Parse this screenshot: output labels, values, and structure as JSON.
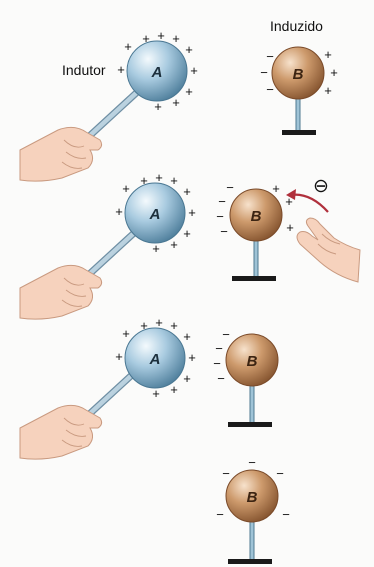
{
  "labels": {
    "inductor": "Indutor",
    "induced": "Induzido"
  },
  "sphere_labels": {
    "a": "A",
    "b": "B"
  },
  "signs": {
    "plus": "+",
    "minus": "−",
    "electron": "⊖"
  },
  "panels": [
    {
      "id": "step-1",
      "has_a": true,
      "b_charge": "polarized"
    },
    {
      "id": "step-2",
      "has_a": true,
      "b_charge": "grounded-by-hand"
    },
    {
      "id": "step-3",
      "has_a": true,
      "b_charge": "negative-left"
    },
    {
      "id": "step-4",
      "has_a": false,
      "b_charge": "negative-uniform"
    }
  ],
  "colors": {
    "sphere_a": "#9fc3d8",
    "sphere_b": "#c9966a",
    "arrow": "#b0303c",
    "skin": "#f6d2bd",
    "stand_base": "#1a1a1a"
  }
}
